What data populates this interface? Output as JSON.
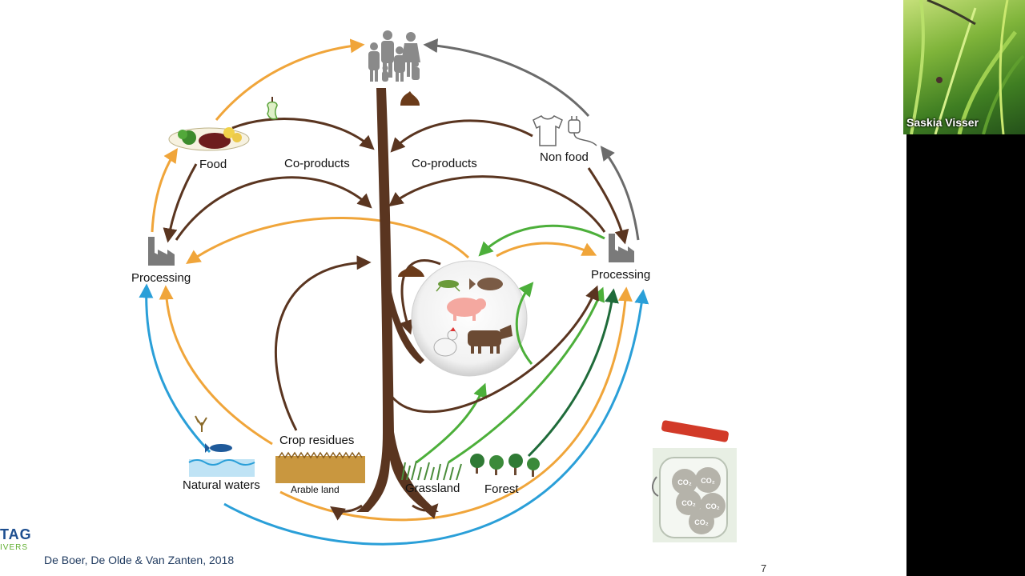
{
  "slide": {
    "labels": {
      "food": "Food",
      "co_products_left": "Co-products",
      "co_products_right": "Co-products",
      "non_food": "Non food",
      "processing_left": "Processing",
      "processing_right": "Processing",
      "crop_residues": "Crop residues",
      "natural_waters": "Natural waters",
      "arable_land": "Arable land",
      "grassland": "Grassland",
      "forest": "Forest",
      "co2": "CO₂"
    },
    "citation": "De Boer, De Olde & Van Zanten, 2018",
    "page_number": "7",
    "logo": {
      "line1": "TAG",
      "line2": "IVERS"
    },
    "colors": {
      "brown": "#5a3520",
      "orange": "#f0a53a",
      "gray": "#6b6b6b",
      "green": "#4caf3a",
      "dark_green": "#1f6b3a",
      "blue": "#2a9fd8"
    }
  },
  "participant": {
    "name": "Saskia Visser"
  }
}
